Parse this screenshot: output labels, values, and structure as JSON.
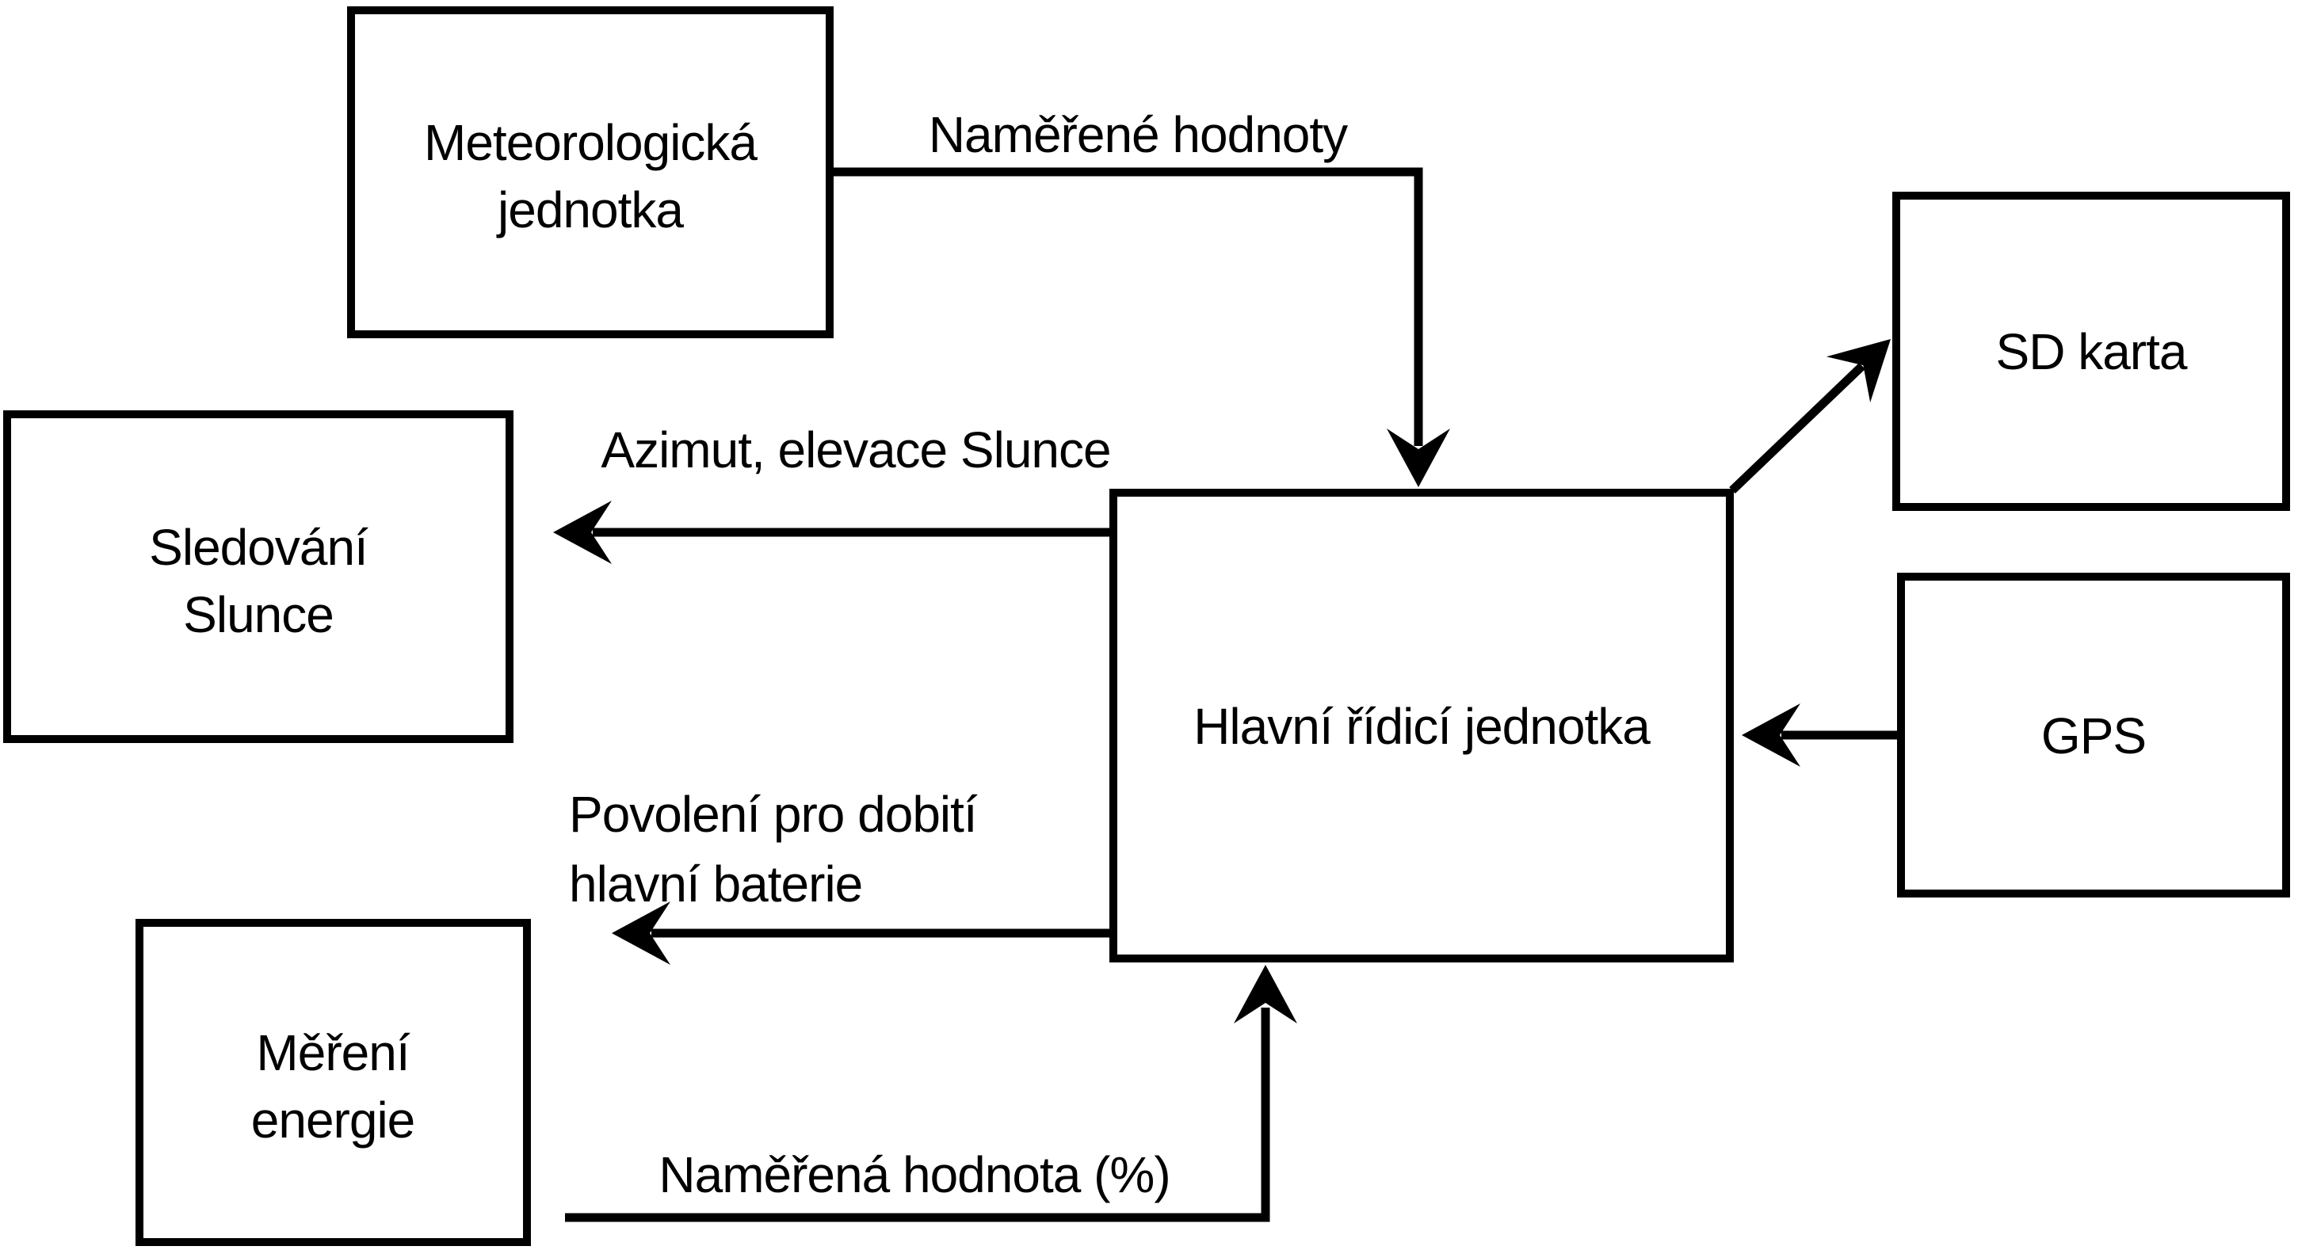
{
  "diagram": {
    "type": "block-diagram",
    "colors": {
      "background": "#ffffff",
      "stroke": "#000000",
      "text": "#000000"
    },
    "nodes": [
      {
        "id": "meteorologicka-jednotka",
        "label": "Meteorologická jednotka",
        "lines": [
          "Meteorologická",
          "jednotka"
        ]
      },
      {
        "id": "sledovani-slunce",
        "label": "Sledování Slunce",
        "lines": [
          "Sledování",
          "Slunce"
        ]
      },
      {
        "id": "mereni-energie",
        "label": "Měření energie",
        "lines": [
          "Měření",
          "energie"
        ]
      },
      {
        "id": "hlavni-ridici-jednotka",
        "label": "Hlavní řídicí jednotka",
        "lines": [
          "Hlavní řídicí jednotka"
        ]
      },
      {
        "id": "sd-karta",
        "label": "SD karta",
        "lines": [
          "SD karta"
        ]
      },
      {
        "id": "gps",
        "label": "GPS",
        "lines": [
          "GPS"
        ]
      }
    ],
    "edges": [
      {
        "from": "meteorologicka-jednotka",
        "to": "hlavni-ridici-jednotka",
        "label": "Naměřené hodnoty"
      },
      {
        "from": "hlavni-ridici-jednotka",
        "to": "sledovani-slunce",
        "label": "Azimut, elevace Slunce"
      },
      {
        "from": "hlavni-ridici-jednotka",
        "to": "mereni-energie",
        "label": "Povolení pro dobití hlavní baterie",
        "label_lines": [
          "Povolení pro dobití",
          "hlavní baterie"
        ]
      },
      {
        "from": "mereni-energie",
        "to": "hlavni-ridici-jednotka",
        "label": "Naměřená hodnota (%)"
      },
      {
        "from": "hlavni-ridici-jednotka",
        "to": "sd-karta",
        "label": ""
      },
      {
        "from": "gps",
        "to": "hlavni-ridici-jednotka",
        "label": ""
      }
    ]
  }
}
